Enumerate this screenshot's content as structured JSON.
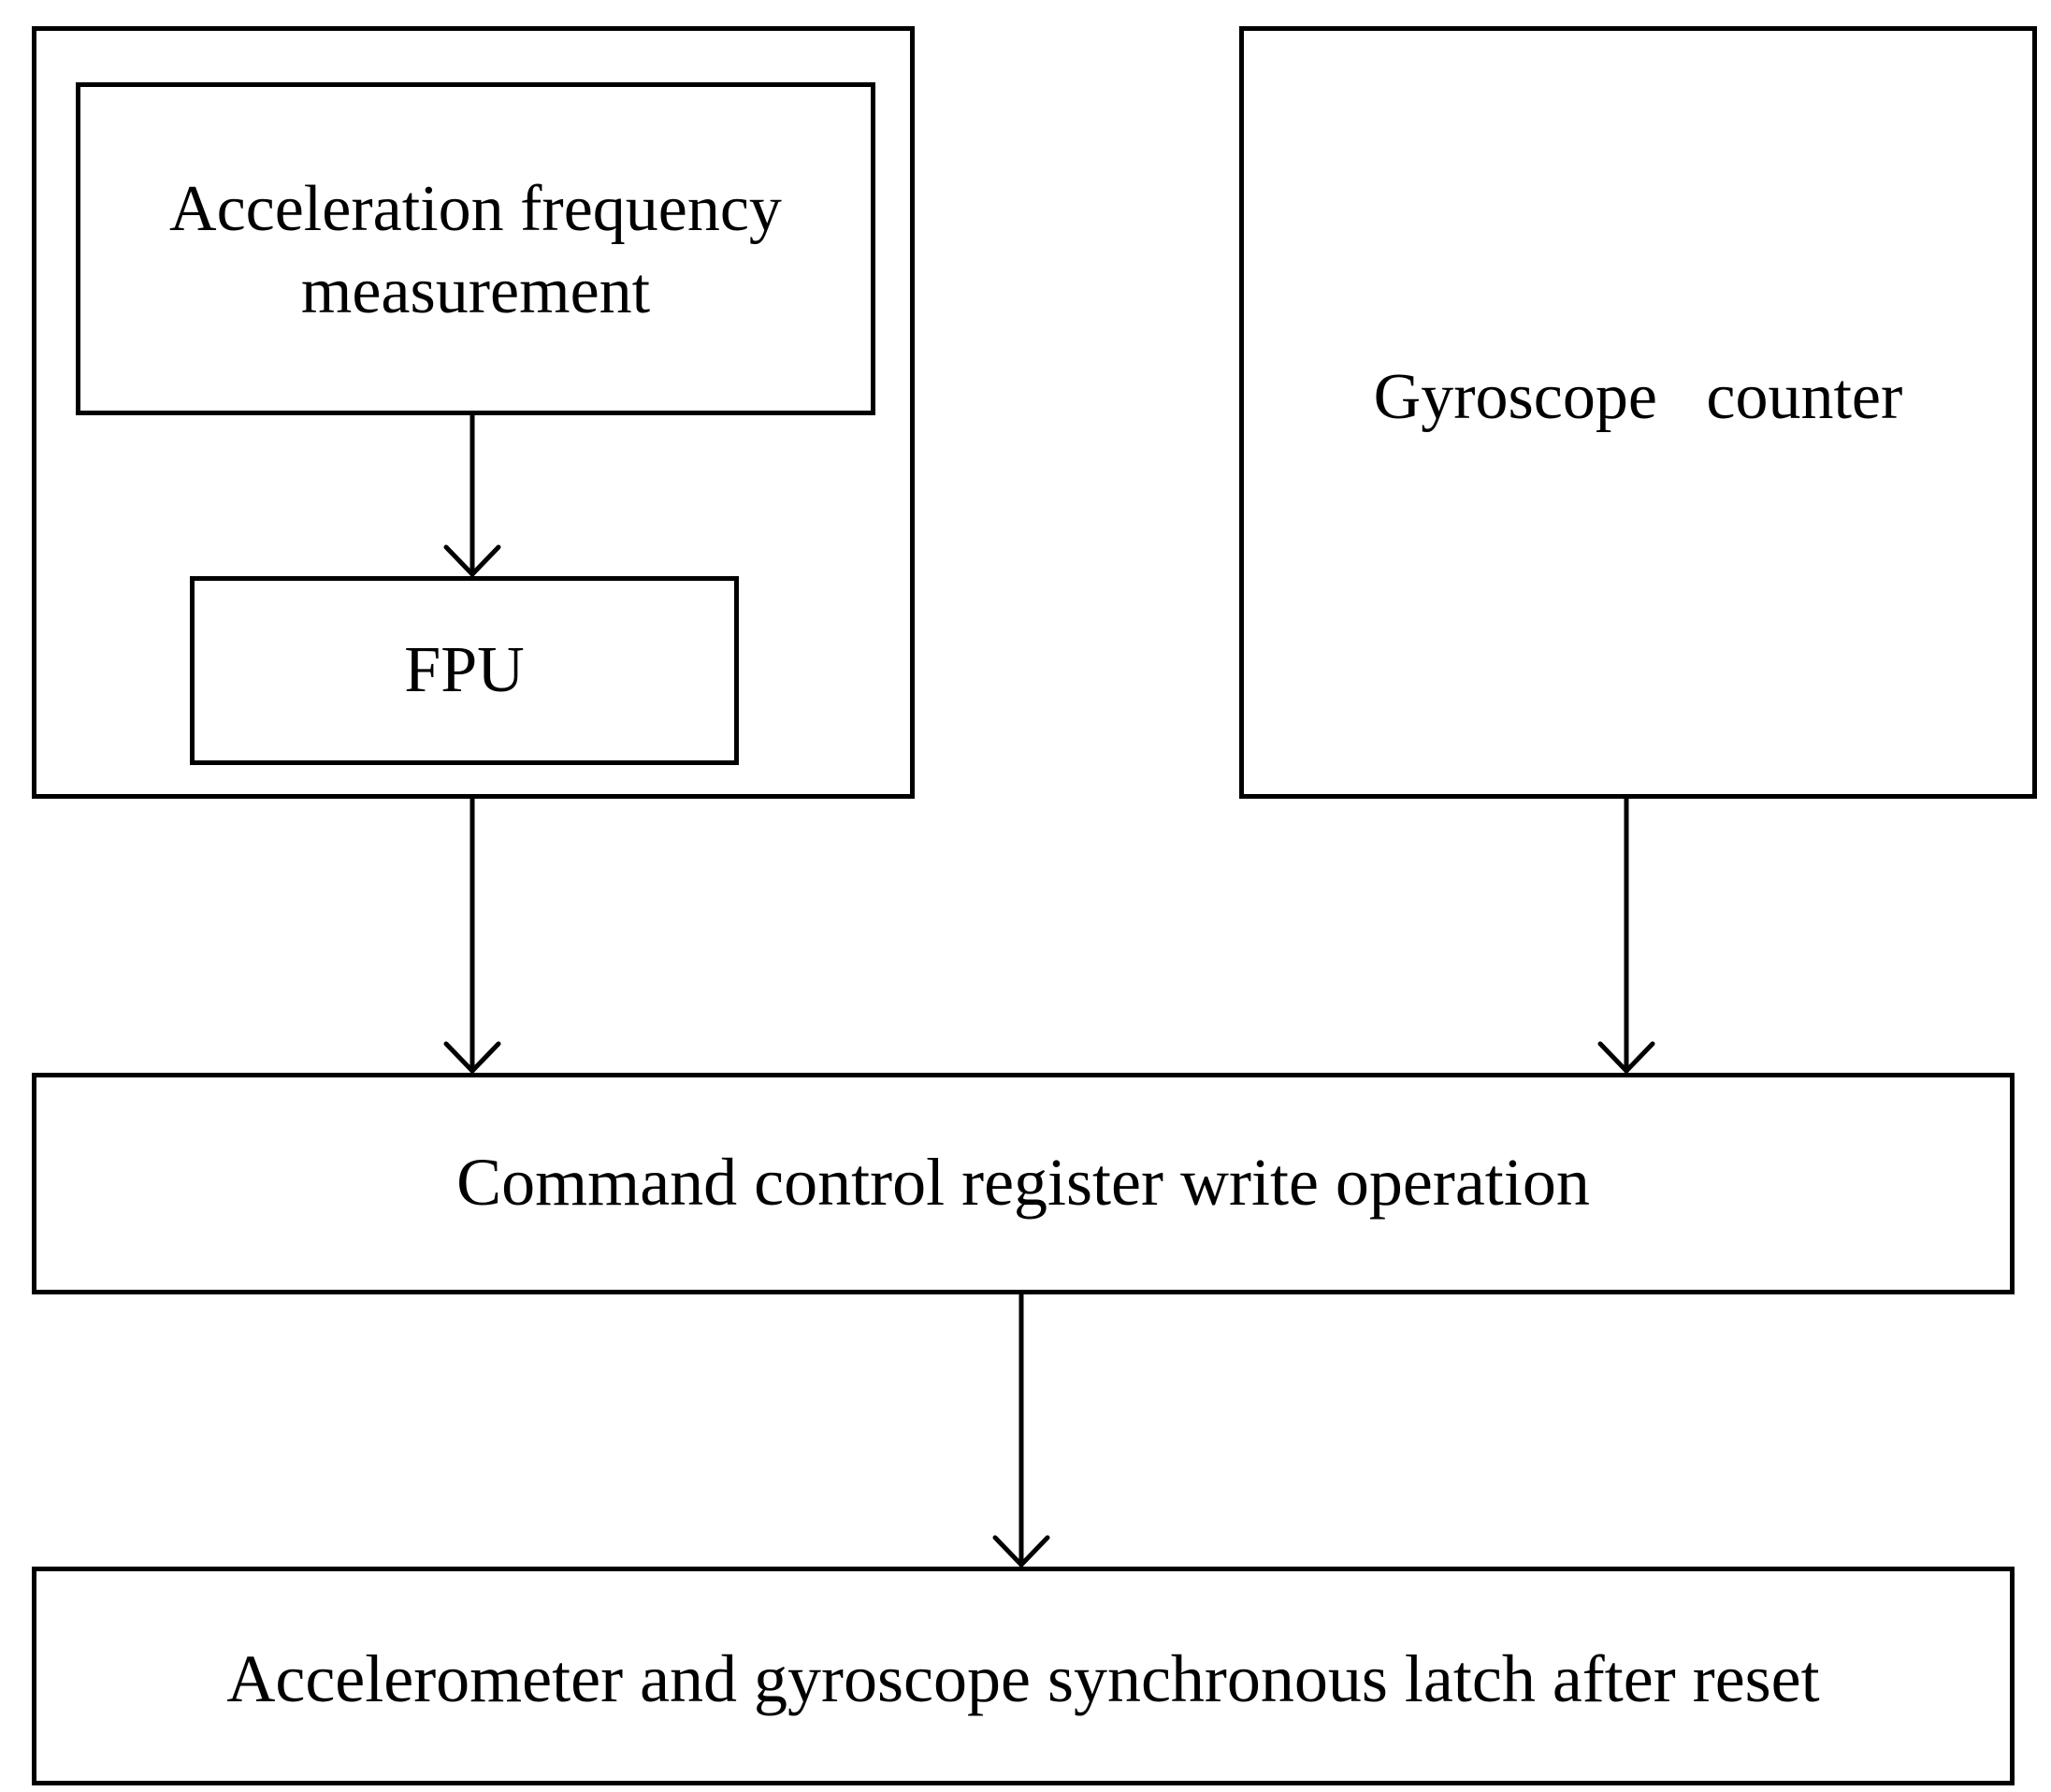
{
  "diagram": {
    "nodes": {
      "accel_freq": {
        "label_line1": "Acceleration frequency",
        "label_line2": "measurement"
      },
      "fpu": {
        "label": "FPU"
      },
      "gyro_counter": {
        "label": "Gyroscope   counter"
      },
      "command_register": {
        "label": "Command control register write operation"
      },
      "sync_latch": {
        "label": "Accelerometer and gyroscope synchronous latch after reset"
      }
    },
    "edges": [
      {
        "from": "accel_freq",
        "to": "fpu"
      },
      {
        "from": "accel_group",
        "to": "command_register"
      },
      {
        "from": "gyro_counter",
        "to": "command_register"
      },
      {
        "from": "command_register",
        "to": "sync_latch"
      }
    ]
  }
}
